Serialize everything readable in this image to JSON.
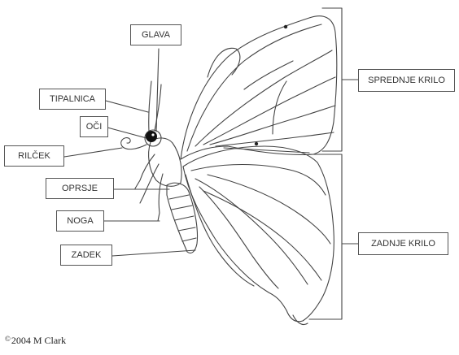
{
  "labels": {
    "glava": "GLAVA",
    "tipalnica": "TIPALNICA",
    "oci": "OČI",
    "rilcek": "RILČEK",
    "oprsje": "OPRSJE",
    "noga": "NOGA",
    "zadek": "ZADEK",
    "sprednje_krilo": "SPREDNJE KRILO",
    "zadnje_krilo": "ZADNJE KRILO"
  },
  "credit": {
    "symbol": "©",
    "text": "2004 M Clark"
  },
  "colors": {
    "line": "#444444",
    "eye": "#111111",
    "label_border": "#555555"
  }
}
